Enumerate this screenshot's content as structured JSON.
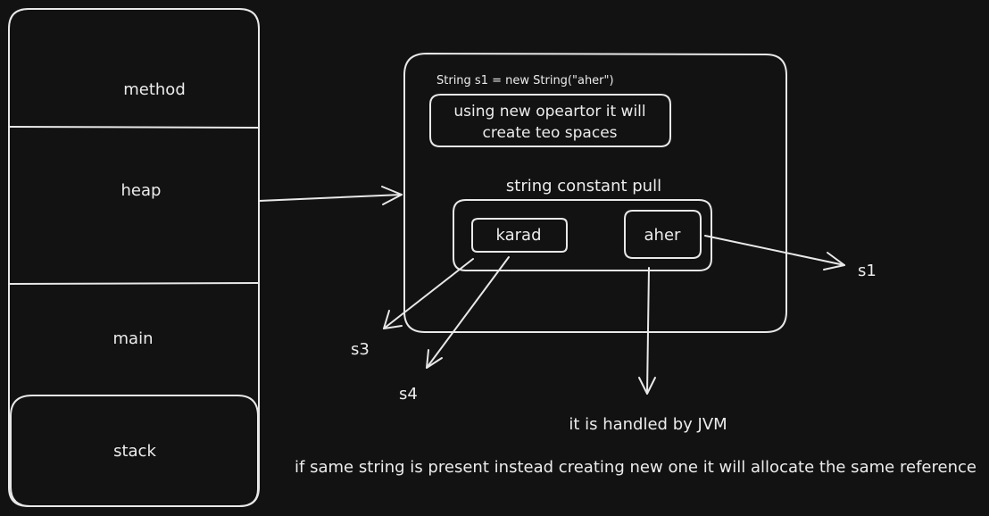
{
  "memory": {
    "method": "method",
    "heap": "heap",
    "main": "main",
    "stack": "stack"
  },
  "heap_box": {
    "code": "String s1 = new String(\"aher\")",
    "note_line1": "using new opeartor it will",
    "note_line2": "create teo spaces",
    "pool_title": "string constant pull",
    "pool_items": [
      "karad",
      "aher"
    ]
  },
  "refs": {
    "s1": "s1",
    "s3": "s3",
    "s4": "s4"
  },
  "notes": {
    "jvm": "it is handled by JVM",
    "reference": "if same string is present instead creating new one it will allocate the same reference"
  }
}
